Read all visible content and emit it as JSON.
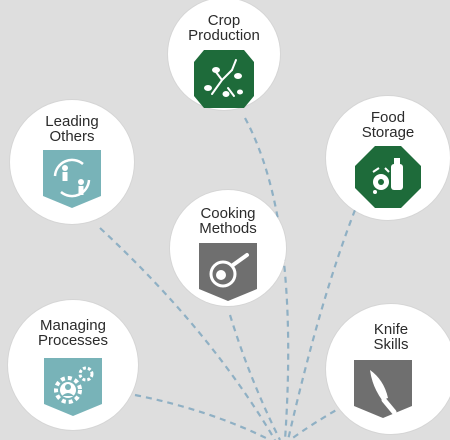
{
  "nodes": {
    "crop_production": {
      "line1": "Crop",
      "line2": "Production",
      "icon": "plant-sprout-icon"
    },
    "food_storage": {
      "line1": "Food",
      "line2": "Storage",
      "icon": "jar-and-bottle-icon"
    },
    "leading_others": {
      "line1": "Leading",
      "line2": "Others",
      "icon": "people-cycle-icon"
    },
    "cooking_methods": {
      "line1": "Cooking",
      "line2": "Methods",
      "icon": "frying-pan-icon"
    },
    "managing_processes": {
      "line1": "Managing",
      "line2": "Processes",
      "icon": "gears-person-icon"
    },
    "knife_skills": {
      "line1": "Knife",
      "line2": "Skills",
      "icon": "knife-icon"
    }
  },
  "colors": {
    "background": "#dedede",
    "green_badge": "#1e6b3a",
    "teal_badge": "#78b3b8",
    "gray_badge": "#6f6f6f",
    "connector": "#8fb0c4"
  }
}
